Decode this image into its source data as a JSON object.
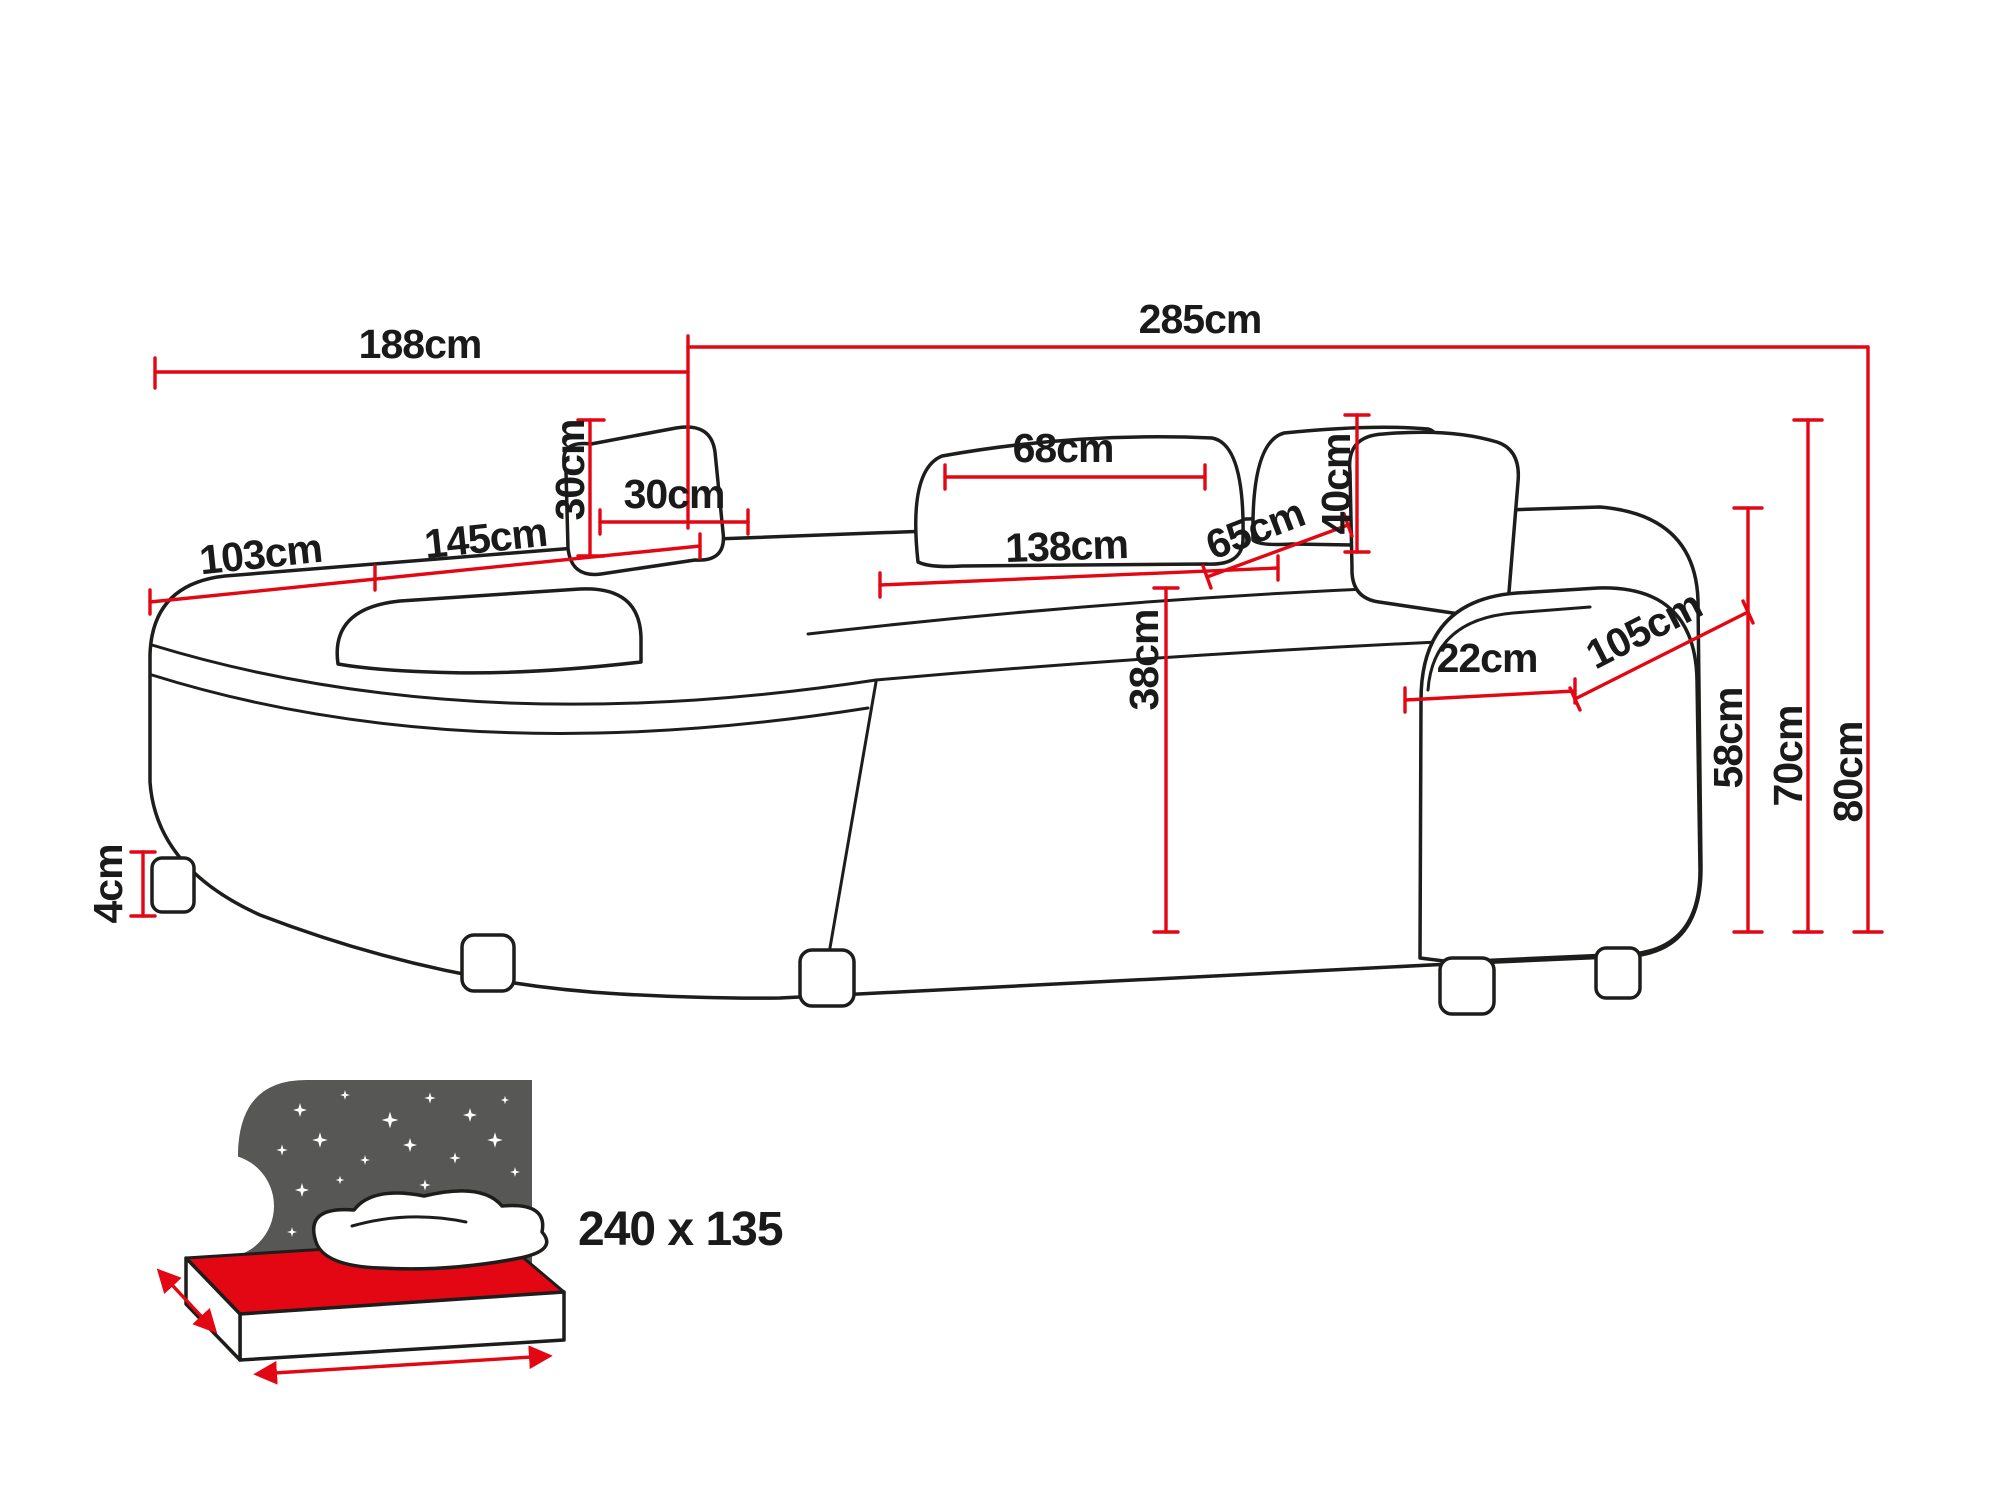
{
  "diagram": {
    "labels": {
      "chaise_depth": "188cm",
      "total_width": "285cm",
      "pillow_height": "30cm",
      "pillow_width": "30cm",
      "back_cushion_width": "68cm",
      "back_cushion_height": "40cm",
      "chaise_width": "103cm",
      "chaise_length": "145cm",
      "seat_width": "138cm",
      "seat_depth": "65cm",
      "seat_height": "38cm",
      "armrest_width": "22cm",
      "side_depth": "105cm",
      "leg_height": "4cm",
      "armrest_height": "58cm",
      "backrest_height": "70cm",
      "total_height": "80cm"
    },
    "sleeping_area": "240 x 135",
    "colors": {
      "dimension_line": "#e30613",
      "outline": "#1d1d1b",
      "text": "#1a1a1a",
      "headboard": "#575756",
      "mattress_top": "#e30613"
    },
    "icons": {
      "bed_icon": "sleeping-area-bed-icon"
    }
  }
}
